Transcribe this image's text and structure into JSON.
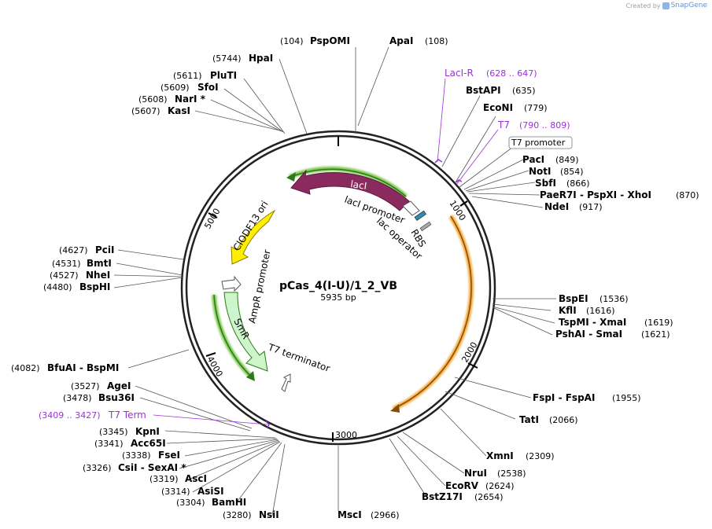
{
  "credit": {
    "prefix": "Created by",
    "brand": "SnapGene"
  },
  "plasmid": {
    "name": "pCas_4(I-U)/1_2_VB",
    "length_label": "5935 bp",
    "length": 5935
  },
  "ticks": [
    {
      "pos": 1000,
      "label": "1000"
    },
    {
      "pos": 2000,
      "label": "2000"
    },
    {
      "pos": 3000,
      "label": "3000"
    },
    {
      "pos": 4000,
      "label": "4000"
    },
    {
      "pos": 5000,
      "label": "5000"
    }
  ],
  "features": [
    {
      "name": "lacI",
      "color": "#8b2a5e",
      "text_color": "#ffffff"
    },
    {
      "name": "ClODF13 ori",
      "color": "#ffee00",
      "text_color": "#000000"
    },
    {
      "name": "SmR",
      "color": "#ccf5cc",
      "text_color": "#000000"
    }
  ],
  "feature_labels": [
    {
      "name": "lacI promoter"
    },
    {
      "name": "lac operator"
    },
    {
      "name": "RBS"
    },
    {
      "name": "AmpR promoter"
    },
    {
      "name": "T7 terminator"
    }
  ],
  "sites": [
    {
      "name": "PspOMI",
      "pos": "(104)"
    },
    {
      "name": "ApaI",
      "pos": "(108)"
    },
    {
      "name": "HpaI",
      "pos": "(5744)"
    },
    {
      "name": "PluTI",
      "pos": "(5611)"
    },
    {
      "name": "SfoI",
      "pos": "(5609)"
    },
    {
      "name": "NarI *",
      "pos": "(5608)"
    },
    {
      "name": "KasI",
      "pos": "(5607)"
    },
    {
      "name": "LacI-R",
      "pos": "(628 .. 647)",
      "purple": true
    },
    {
      "name": "BstAPI",
      "pos": "(635)"
    },
    {
      "name": "EcoNI",
      "pos": "(779)"
    },
    {
      "name": "T7",
      "pos": "(790 .. 809)",
      "purple": true
    },
    {
      "name": "T7 promoter",
      "pos": "",
      "boxed": true
    },
    {
      "name": "PacI",
      "pos": "(849)"
    },
    {
      "name": "NotI",
      "pos": "(854)"
    },
    {
      "name": "SbfI",
      "pos": "(866)"
    },
    {
      "name": "PaeR7I - PspXI - XhoI",
      "pos": "(870)"
    },
    {
      "name": "NdeI",
      "pos": "(917)"
    },
    {
      "name": "PciI",
      "pos": "(4627)"
    },
    {
      "name": "BmtI",
      "pos": "(4531)"
    },
    {
      "name": "NheI",
      "pos": "(4527)"
    },
    {
      "name": "BspHI",
      "pos": "(4480)"
    },
    {
      "name": "BspEI",
      "pos": "(1536)"
    },
    {
      "name": "KflI",
      "pos": "(1616)"
    },
    {
      "name": "TspMI - XmaI",
      "pos": "(1619)"
    },
    {
      "name": "PshAI - SmaI",
      "pos": "(1621)"
    },
    {
      "name": "BfuAI - BspMI",
      "pos": "(4082)"
    },
    {
      "name": "AgeI",
      "pos": "(3527)"
    },
    {
      "name": "Bsu36I",
      "pos": "(3478)"
    },
    {
      "name": "T7 Term",
      "pos": "(3409 .. 3427)",
      "purple": true
    },
    {
      "name": "FspI - FspAI",
      "pos": "(1955)"
    },
    {
      "name": "TatI",
      "pos": "(2066)"
    },
    {
      "name": "KpnI",
      "pos": "(3345)"
    },
    {
      "name": "Acc65I",
      "pos": "(3341)"
    },
    {
      "name": "FseI",
      "pos": "(3338)"
    },
    {
      "name": "CsiI - SexAI *",
      "pos": "(3326)"
    },
    {
      "name": "AscI",
      "pos": "(3319)"
    },
    {
      "name": "AsiSI",
      "pos": "(3314)"
    },
    {
      "name": "BamHI",
      "pos": "(3304)"
    },
    {
      "name": "NsiI",
      "pos": "(3280)"
    },
    {
      "name": "MscI",
      "pos": "(2966)"
    },
    {
      "name": "XmnI",
      "pos": "(2309)"
    },
    {
      "name": "NruI",
      "pos": "(2538)"
    },
    {
      "name": "EcoRV",
      "pos": "(2624)"
    },
    {
      "name": "BstZ17I",
      "pos": "(2654)"
    }
  ]
}
